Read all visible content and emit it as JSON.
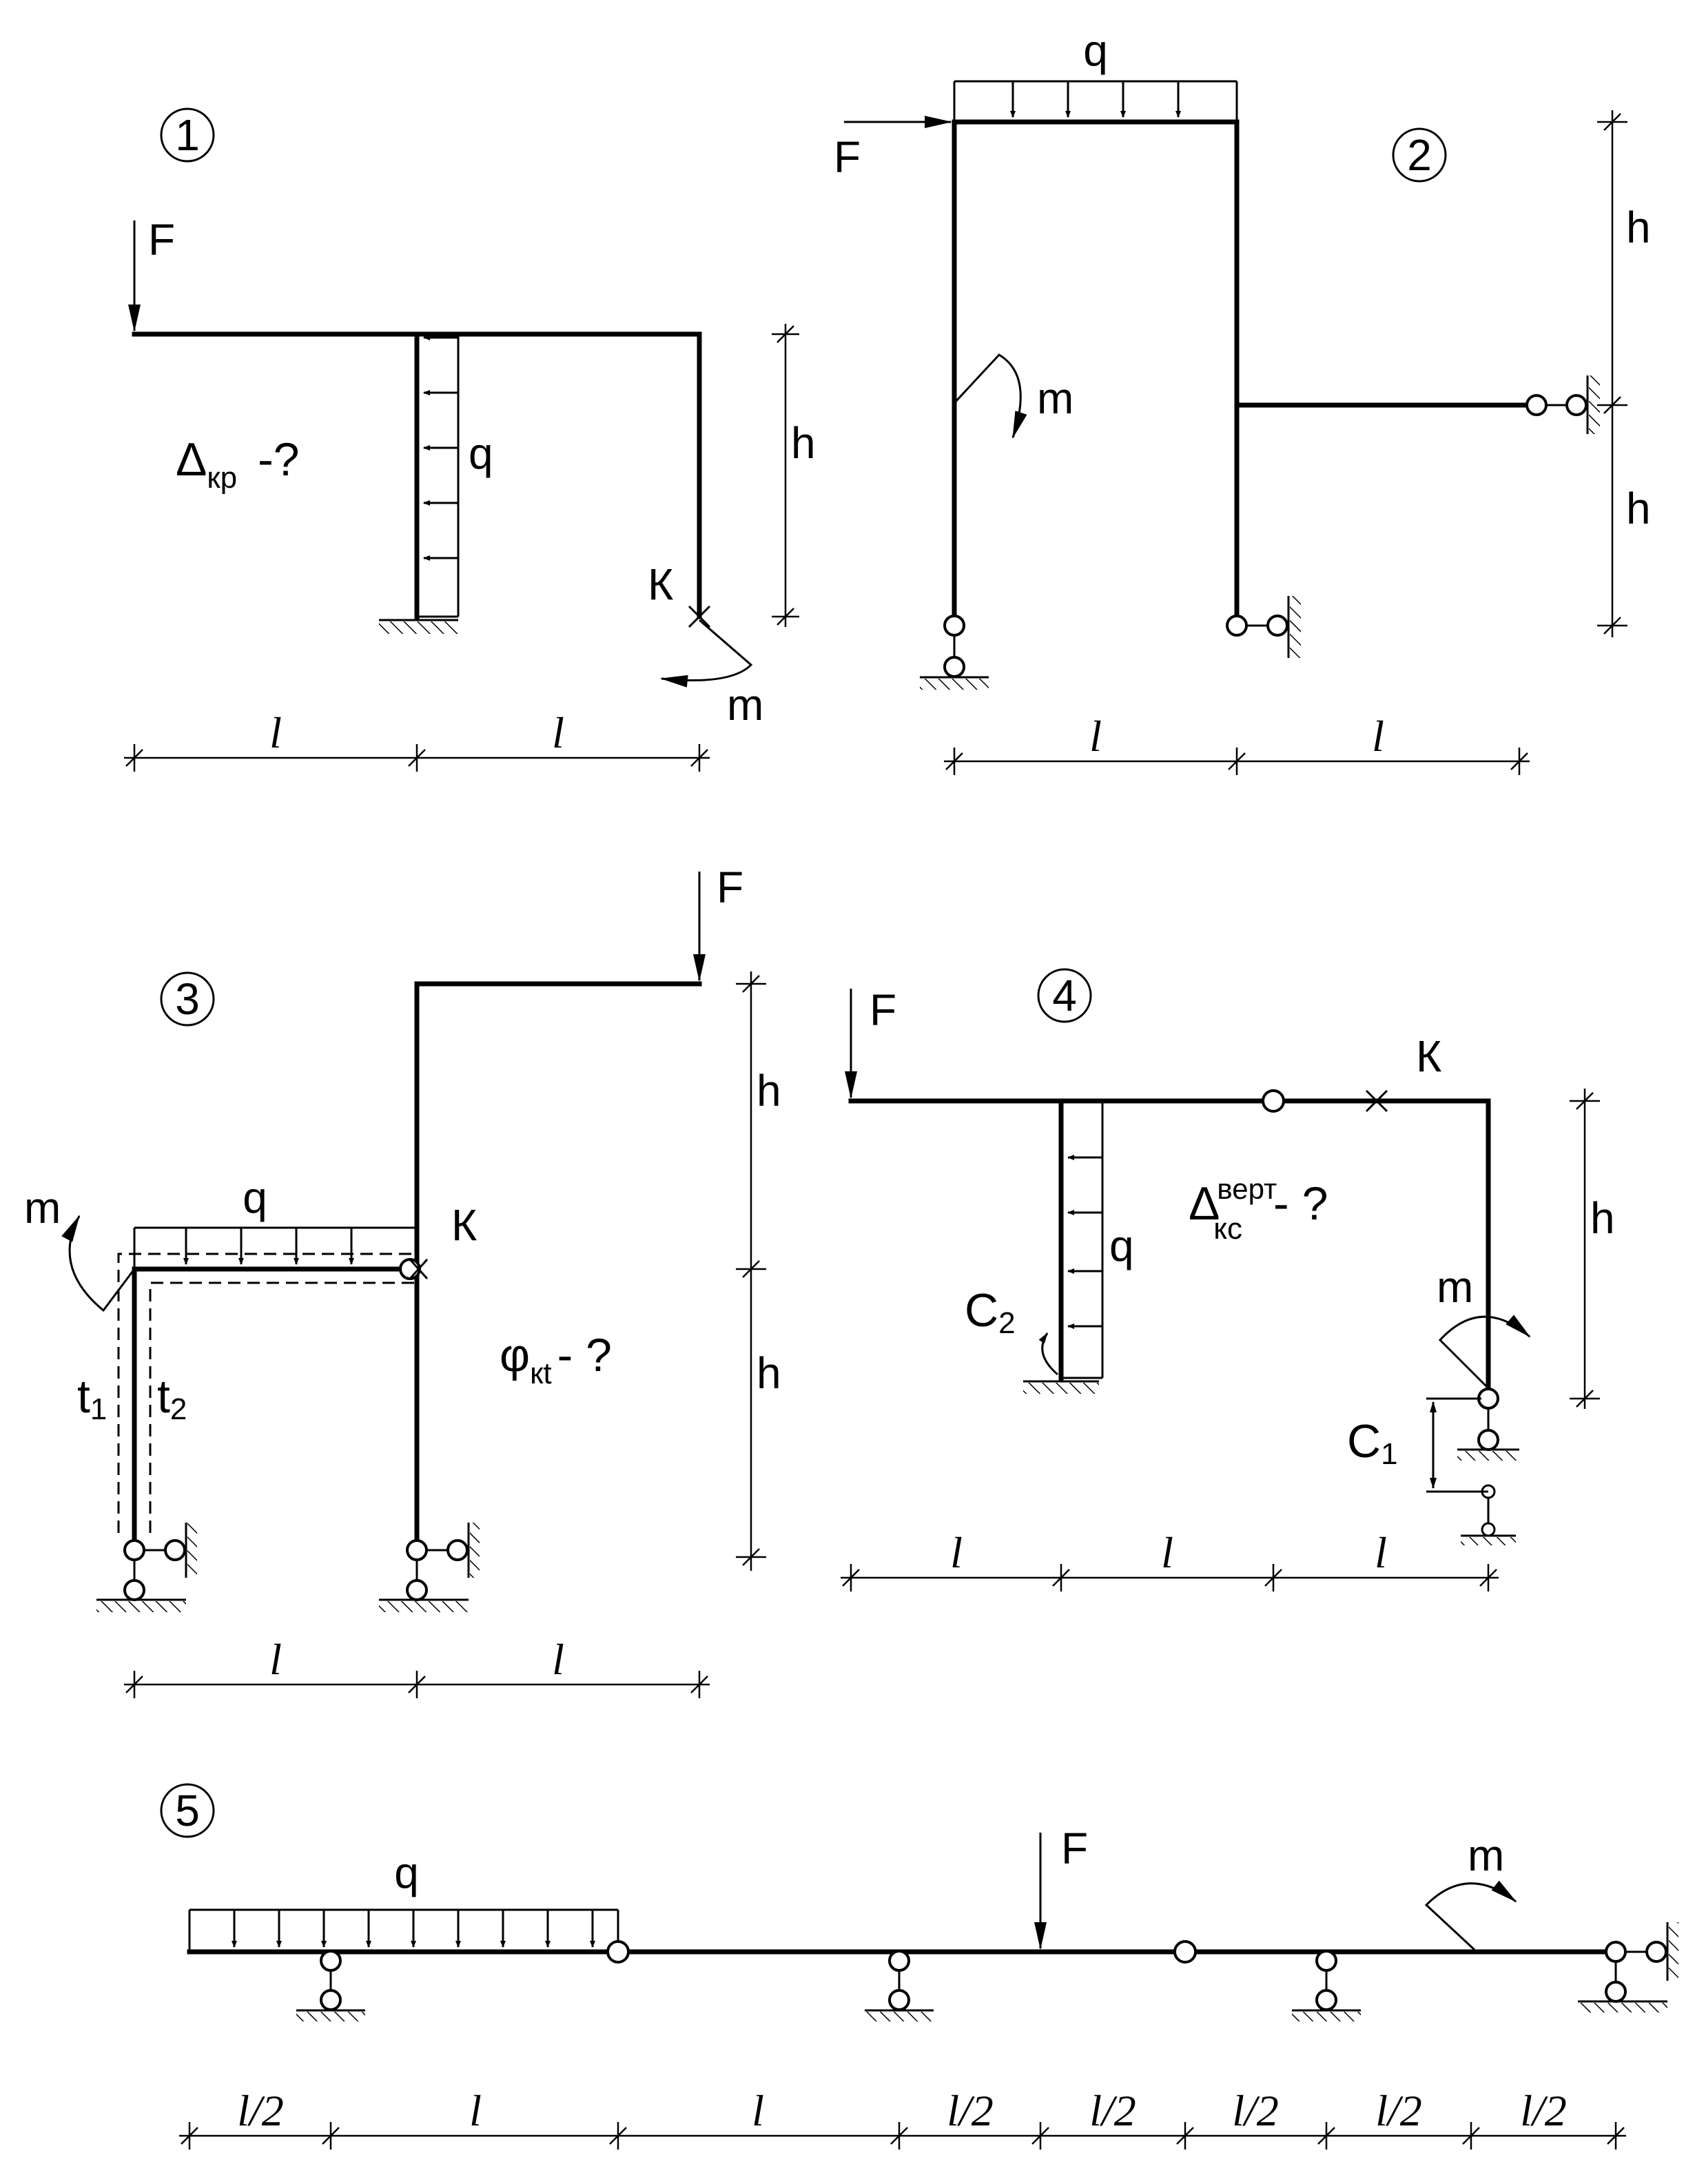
{
  "panels": [
    {
      "id": "1",
      "number": "1"
    },
    {
      "id": "2",
      "number": "2"
    },
    {
      "id": "3",
      "number": "3"
    },
    {
      "id": "4",
      "number": "4"
    },
    {
      "id": "5",
      "number": "5"
    }
  ],
  "labels": {
    "F": "F",
    "q": "q",
    "m": "m",
    "h": "h",
    "l": "l",
    "l_half": "l/2",
    "K": "К",
    "t1": "t",
    "t1_sub": "1",
    "t2": "t",
    "t2_sub": "2",
    "C1": "C",
    "C1_sub": "1",
    "C2": "C",
    "C2_sub": "2"
  },
  "questions": {
    "q1_delta": "Δ",
    "q1_sub": "кр",
    "q1_tail": "-?",
    "q3_phi": "φ",
    "q3_sub": "кt",
    "q3_tail": "- ?",
    "q4_delta": "Δ",
    "q4_sup": "верт",
    "q4_sub": "кс",
    "q4_tail": "- ?"
  }
}
